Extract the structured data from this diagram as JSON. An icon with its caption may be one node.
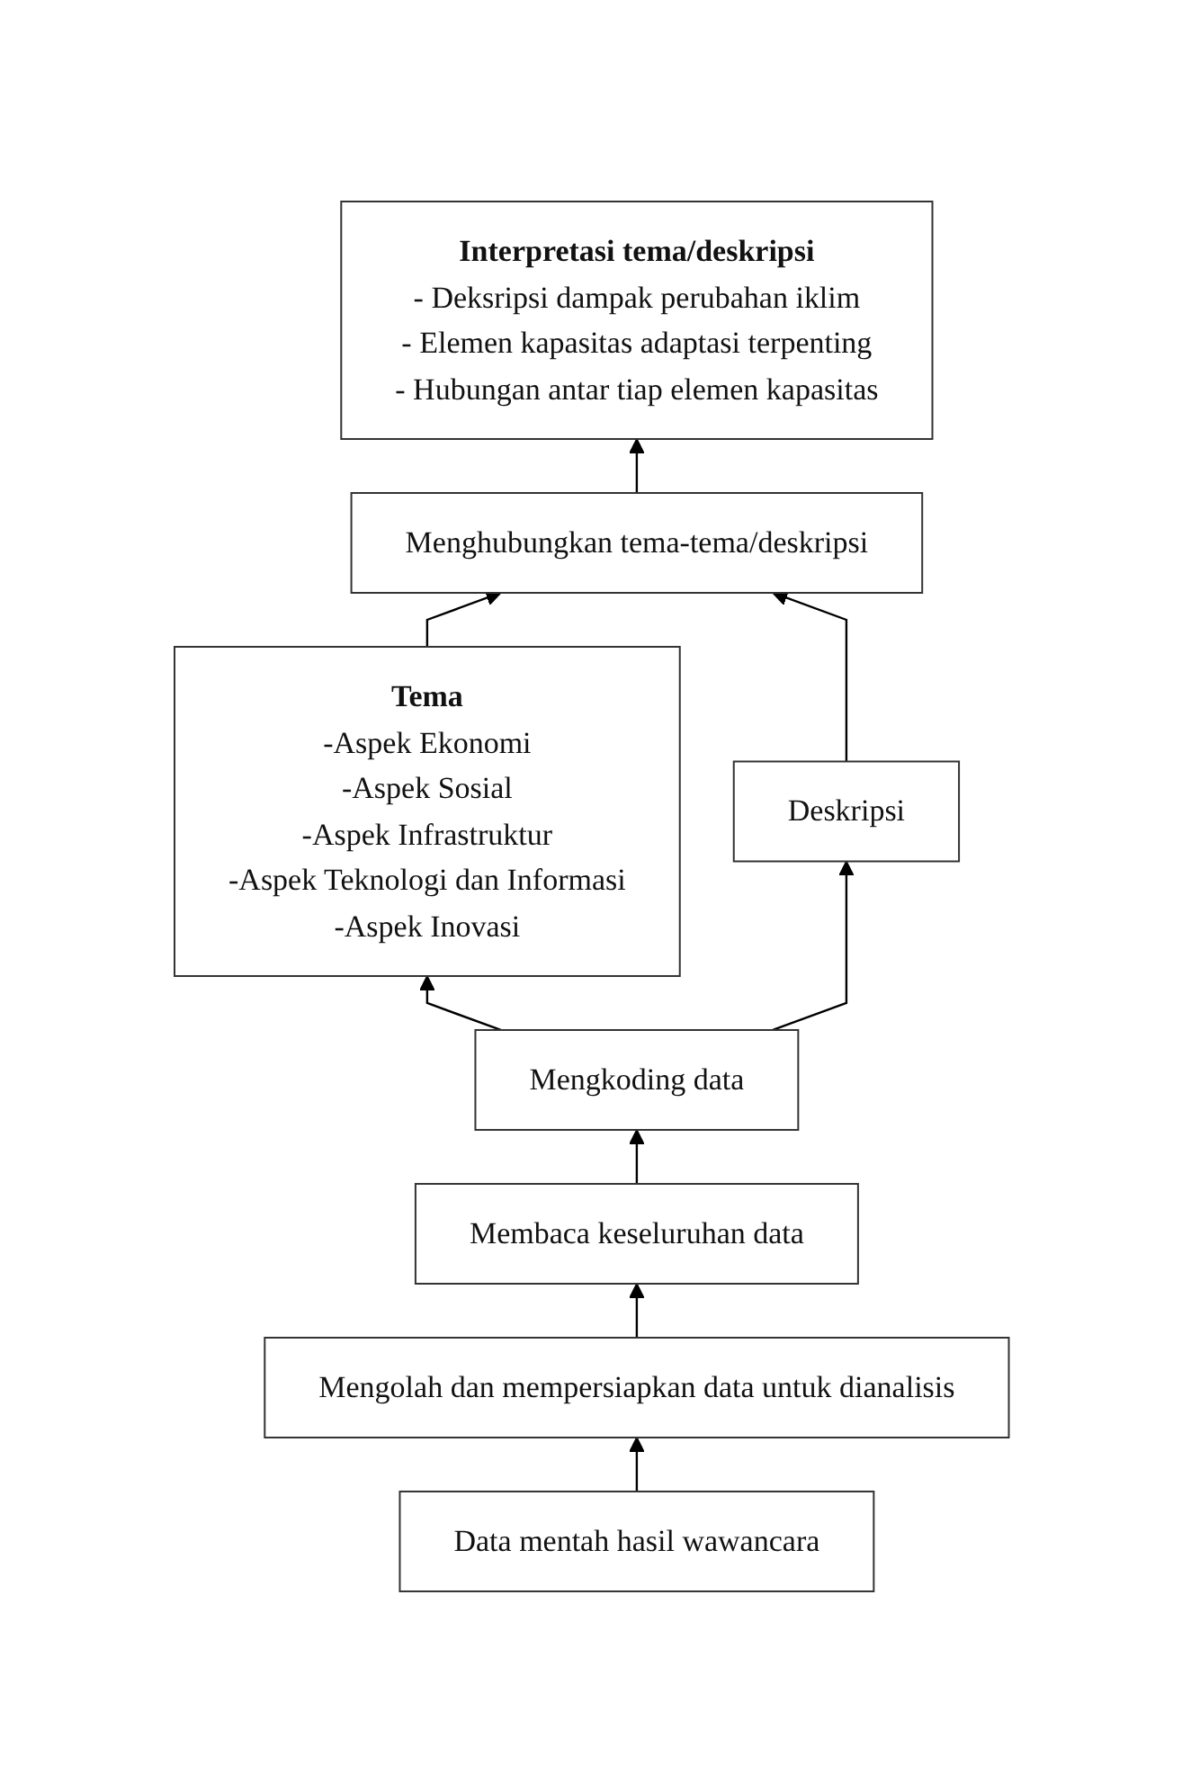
{
  "diagram": {
    "nodes": [
      {
        "text": [
          "Interpretasi tema/deskripsi",
          "- Deksripsi dampak perubahan iklim",
          "- Elemen kapasitas adaptasi terpenting",
          "- Hubungan antar tiap elemen kapasitas"
        ]
      },
      {
        "text": [
          "Menghubungkan tema-tema/deskripsi"
        ]
      },
      {
        "text": [
          "Tema",
          "-Aspek Ekonomi",
          "-Aspek Sosial",
          "-Aspek Infrastruktur",
          "-Aspek Teknologi dan Informasi",
          "-Aspek Inovasi"
        ]
      },
      {
        "text": [
          "Deskripsi"
        ]
      },
      {
        "text": [
          "Mengkoding data"
        ]
      },
      {
        "text": [
          "Membaca keseluruhan data"
        ]
      },
      {
        "text": [
          "Mengolah dan mempersiapkan data untuk dianalisis"
        ]
      },
      {
        "text": [
          "Data mentah hasil wawancara"
        ]
      }
    ],
    "edges": [
      {
        "from": 7,
        "to": 6,
        "arrow": "to"
      },
      {
        "from": 6,
        "to": 5,
        "arrow": "to"
      },
      {
        "from": 5,
        "to": 4,
        "arrow": "to"
      },
      {
        "from": 4,
        "to": 2,
        "arrow": "to"
      },
      {
        "from": 4,
        "to": 3,
        "arrow": "to"
      },
      {
        "from": 2,
        "to": 1,
        "arrow": "to"
      },
      {
        "from": 3,
        "to": 1,
        "arrow": "to"
      },
      {
        "from": 1,
        "to": 0,
        "arrow": "to"
      }
    ]
  }
}
